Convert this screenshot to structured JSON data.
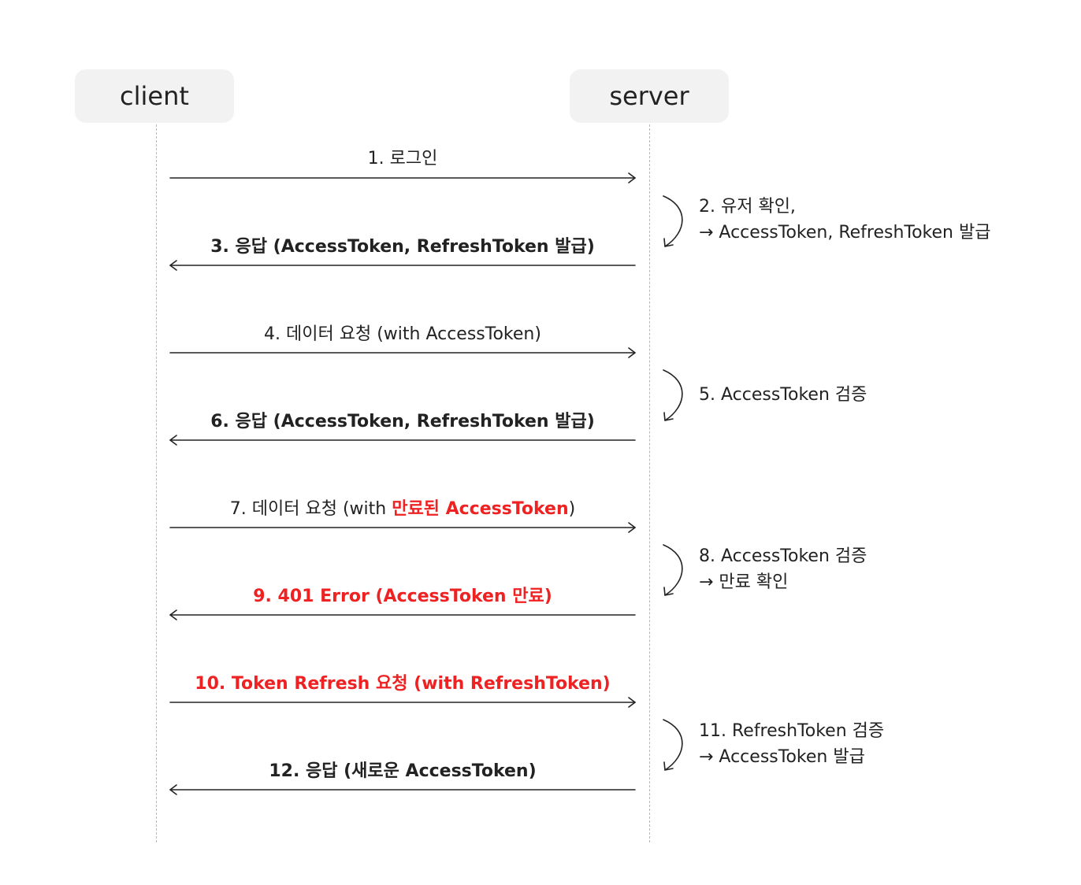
{
  "actors": {
    "client": "client",
    "server": "server"
  },
  "messages": [
    {
      "id": 1,
      "direction": "to-server",
      "style": "normal",
      "parts": [
        {
          "text": "1. 로그인",
          "style": "normal"
        }
      ]
    },
    {
      "id": 3,
      "direction": "to-client",
      "style": "bold",
      "parts": [
        {
          "text": "3. 응답 (AccessToken, RefreshToken 발급)",
          "style": "bold"
        }
      ]
    },
    {
      "id": 4,
      "direction": "to-server",
      "style": "normal",
      "parts": [
        {
          "text": "4. 데이터 요청 (with AccessToken)",
          "style": "normal"
        }
      ]
    },
    {
      "id": 6,
      "direction": "to-client",
      "style": "bold",
      "parts": [
        {
          "text": "6. 응답 (AccessToken, RefreshToken 발급)",
          "style": "bold"
        }
      ]
    },
    {
      "id": 7,
      "direction": "to-server",
      "style": "normal",
      "parts": [
        {
          "text": "7. 데이터 요청 (with ",
          "style": "normal"
        },
        {
          "text": "만료된 AccessToken",
          "style": "red-bold"
        },
        {
          "text": ")",
          "style": "normal"
        }
      ]
    },
    {
      "id": 9,
      "direction": "to-client",
      "style": "red-bold",
      "parts": [
        {
          "text": "9. 401 Error (AccessToken 만료)",
          "style": "red-bold"
        }
      ]
    },
    {
      "id": 10,
      "direction": "to-server",
      "style": "red-bold",
      "parts": [
        {
          "text": "10. Token Refresh 요청 (with RefreshToken)",
          "style": "red-bold"
        }
      ]
    },
    {
      "id": 12,
      "direction": "to-client",
      "style": "bold",
      "parts": [
        {
          "text": "12. 응답 (새로운 AccessToken)",
          "style": "bold"
        }
      ]
    }
  ],
  "notes": [
    {
      "id": 2,
      "lines": [
        "2. 유저 확인,",
        "→ AccessToken, RefreshToken 발급"
      ]
    },
    {
      "id": 5,
      "lines": [
        "5. AccessToken 검증"
      ]
    },
    {
      "id": 8,
      "lines": [
        "8. AccessToken 검증",
        "→ 만료 확인"
      ]
    },
    {
      "id": 11,
      "lines": [
        "11. RefreshToken 검증",
        "→ AccessToken 발급"
      ]
    }
  ],
  "colors": {
    "text": "#222222",
    "highlight": "#ee2222",
    "actor_box": "#f2f2f2",
    "lifeline": "#b8b8b8"
  }
}
